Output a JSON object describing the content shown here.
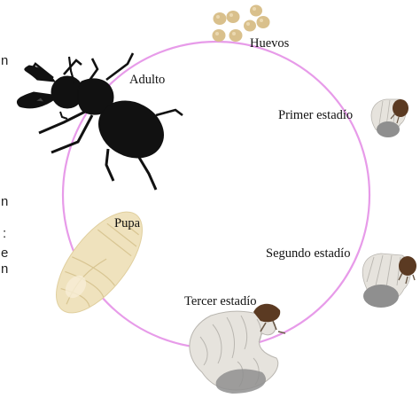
{
  "diagram": {
    "stages": [
      {
        "id": "eggs",
        "label": "Huevos"
      },
      {
        "id": "first-instar",
        "label": "Primer estadío"
      },
      {
        "id": "second-instar",
        "label": "Segundo estadío"
      },
      {
        "id": "third-instar",
        "label": "Tercer estadío"
      },
      {
        "id": "pupa",
        "label": "Pupa"
      },
      {
        "id": "adult",
        "label": "Adulto"
      }
    ],
    "side_text_fragments": [
      "n",
      "n",
      ":",
      "e",
      "n"
    ]
  },
  "colors": {
    "cycle_ring": "#e79be9",
    "egg": "#d9c08c",
    "adult_beetle": "#111111",
    "pupa": "#efe2bd",
    "larva_body": "#e6e3dd",
    "larva_tail": "#8f8f8f",
    "larva_head": "#5b3a22"
  },
  "icons": {
    "eggs": "egg-cluster-icon",
    "adult": "stag-beetle-icon",
    "pupa": "pupa-icon",
    "first_instar": "larva-small-icon",
    "second_instar": "larva-medium-icon",
    "third_instar": "larva-large-icon"
  }
}
